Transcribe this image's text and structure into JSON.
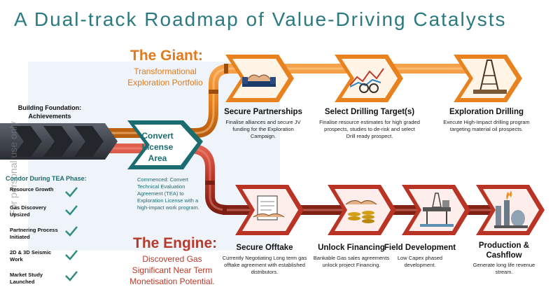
{
  "title": "A Dual-track Roadmap of Value-Driving Catalysts",
  "giant": {
    "heading": "The Giant:",
    "subtitle": "Transformational Exploration Portfolio"
  },
  "engine": {
    "heading": "The Engine:",
    "subtitle": "Discovered Gas Significant Near Term Monetisation Potential."
  },
  "foundation": {
    "label": "Building Foundation: Achievements"
  },
  "convert": {
    "label": "Convert License Area",
    "note": "Commenced: Convert Technical Evaluation Agreement (TEA) to Exploration License with a high-impact work program."
  },
  "watermark": "For personal use only",
  "achievements": {
    "heading": "Condor During TEA Phase:",
    "items": [
      "Resource Growth",
      "Gas Discovery Upsized",
      "Partnering Process Initiated",
      "2D & 3D Seismic Work",
      "Market Study Launched"
    ]
  },
  "giant_track": [
    {
      "title": "Secure Partnerships",
      "desc": "Finalise alliances and secure JV funding for the Exploration Campaign.",
      "icon": "handshake-icon"
    },
    {
      "title": "Select Drilling Target(s)",
      "desc": "Finalise resource estimates for high graded prospects, studies to de-risk and select Drill ready prospect.",
      "icon": "analysis-icon"
    },
    {
      "title": "Exploration Drilling",
      "desc": "Execute High-Impact drilling program targeting material oil prospects.",
      "icon": "drilling-rig-icon"
    }
  ],
  "engine_track": [
    {
      "title": "Secure Offtake",
      "desc": "Currently Negotiating Long term gas offtake agreement with established distributors.",
      "icon": "contract-icon"
    },
    {
      "title": "Unlock  Financing",
      "desc": "Bankable Gas sales agreements unlock project Financing.",
      "icon": "finance-icon"
    },
    {
      "title": "Field Development",
      "desc": "Low Capex phased development.",
      "icon": "platform-icon"
    },
    {
      "title": "Production & Cashflow",
      "desc": "Generate long life revenue stream.",
      "icon": "refinery-icon"
    }
  ],
  "colors": {
    "teal": "#1b6c70",
    "orange": "#e8821f",
    "red": "#b93424",
    "dark": "#3c4048",
    "check": "#2e8b82"
  }
}
